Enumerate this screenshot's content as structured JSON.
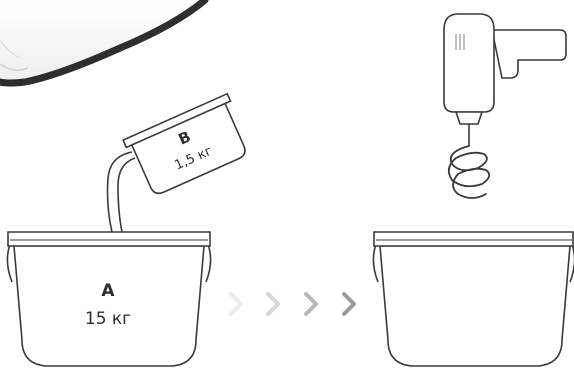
{
  "bucket_a": {
    "letter": "A",
    "amount": "15 кг"
  },
  "container_b": {
    "letter": "B",
    "amount": "1,5 кг"
  },
  "arrow_count": 4,
  "colors": {
    "stroke": "#3a3a3a",
    "fill": "#f7f7f7",
    "arrow_faint": "#ececec",
    "arrow_light": "#d6d6d6",
    "arrow_mid": "#b8b8b8",
    "arrow_dark": "#9a9a9a"
  }
}
